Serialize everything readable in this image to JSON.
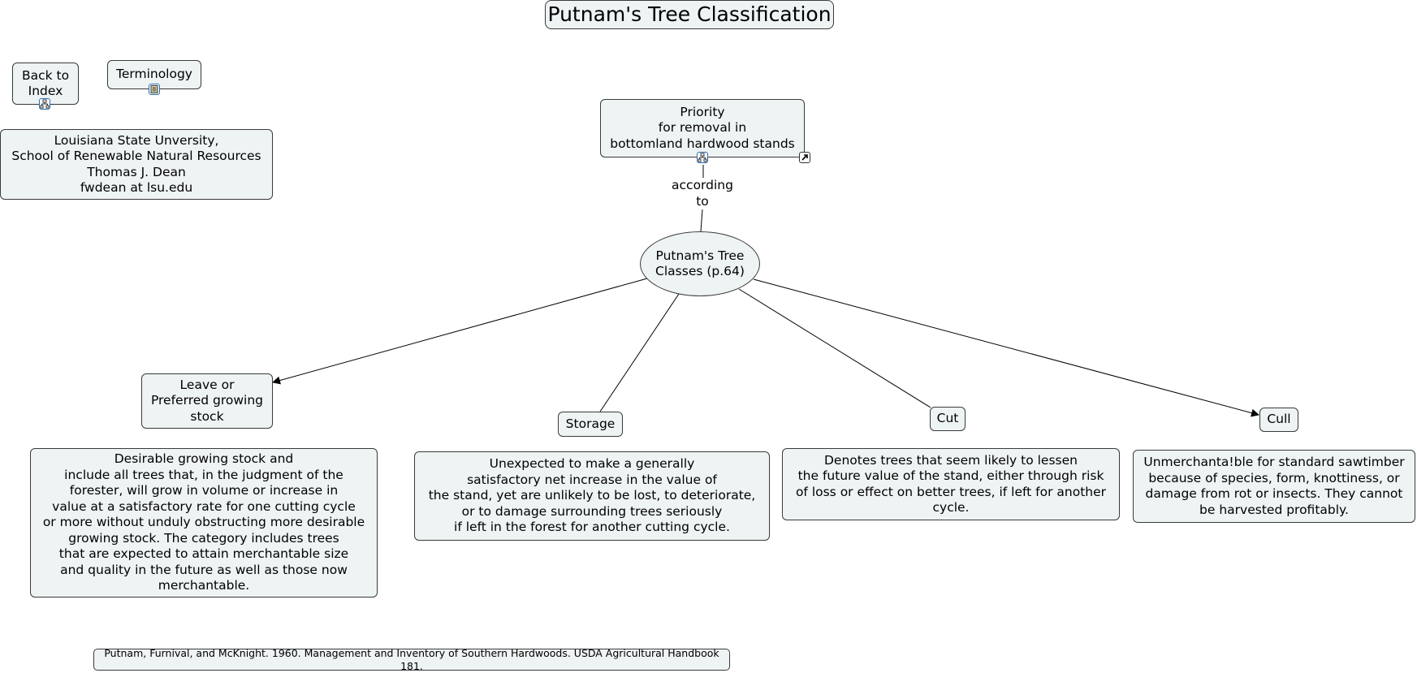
{
  "title": "Putnam's Tree Classification",
  "buttons": {
    "back_to_index": "Back to\nIndex",
    "terminology": "Terminology"
  },
  "author": {
    "institution": "Louisiana State Unversity,",
    "school": "School of Renewable Natural Resources",
    "name": "Thomas J. Dean",
    "email": "fwdean at lsu.edu"
  },
  "priority_node": "Priority\nfor removal in\nbottomland hardwood stands",
  "link_label": "according\nto",
  "center_node": "Putnam's Tree\nClasses (p.64)",
  "classes": {
    "leave": "Leave or\nPreferred growing\nstock",
    "storage": "Storage",
    "cut": "Cut",
    "cull": "Cull"
  },
  "descriptions": {
    "leave": "Desirable growing stock and\ninclude all trees that, in the judgment of the\nforester, will grow in volume or increase in\nvalue at a satisfactory rate for one cutting cycle\nor more without unduly obstructing more desirable\ngrowing stock. The category includes trees\nthat are expected to attain merchantable size\nand quality in the future as well as those now\nmerchantable.",
    "storage": "Unexpected to make a generally\nsatisfactory net increase in the value of\nthe stand, yet are unlikely to be lost, to deteriorate,\nor to damage surrounding trees seriously\nif left in the forest for another cutting cycle.",
    "cut": "Denotes trees that seem likely to lessen\nthe future value of the stand, either through risk\nof loss or effect on better trees, if left for another\ncycle.",
    "cull": "Unmerchanta!ble for standard sawtimber\nbecause of species, form, knottiness, or\ndamage from rot or insects. They cannot\nbe harvested profitably."
  },
  "reference": "Putnam, Furnival, and McKnight. 1960. Management and Inventory of Southern Hardwoods. USDA Agricultural Handbook 181.",
  "icons": {
    "concept_map_link": "concept-map-icon",
    "resource_link": "document-icon",
    "external_link": "external-link-icon"
  },
  "colors": {
    "node_fill": "#eef3f4",
    "node_border": "#3a3a3a",
    "badge_border": "#2a6fb0"
  }
}
